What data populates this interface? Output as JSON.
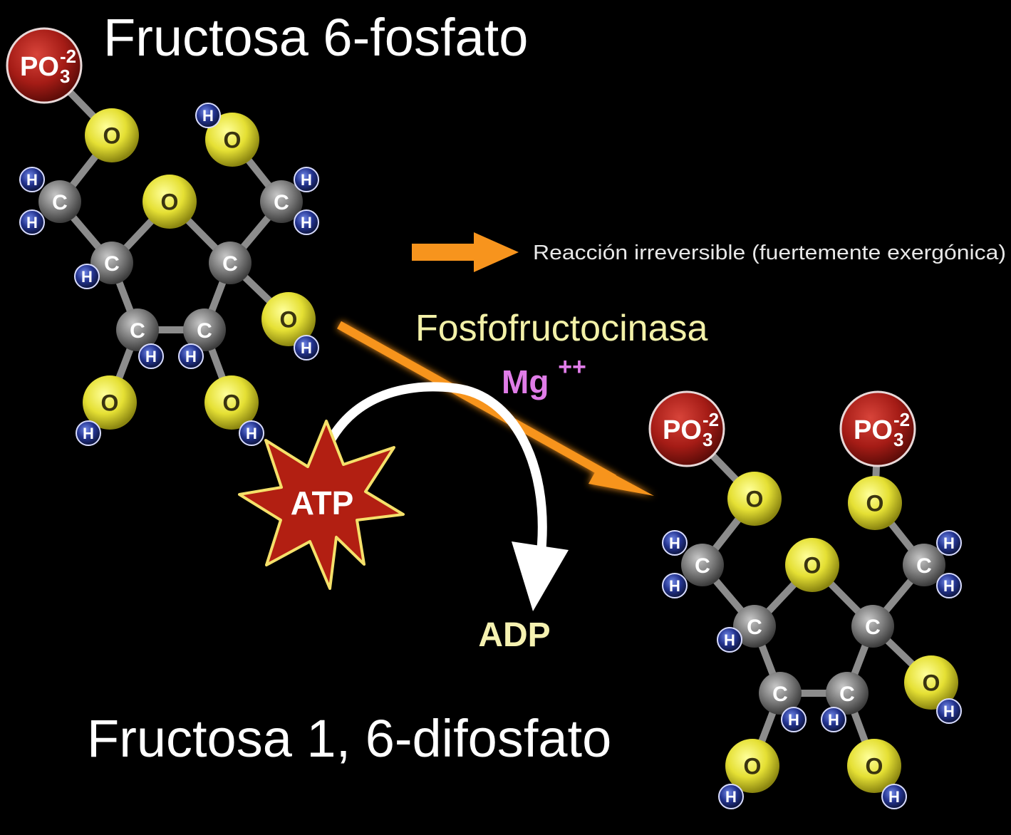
{
  "title_top": "Fructosa 6-fosfato",
  "title_bottom": "Fructosa 1, 6-difosfato",
  "enzyme": "Fosfofructocinasa",
  "cofactor": "Mg",
  "cofactor_charge": "++",
  "legend_text": "Reacción irreversible (fuertemente exergónica)",
  "atp_label": "ATP",
  "adp_label": "ADP",
  "atoms": {
    "oxygen": "O",
    "carbon": "C",
    "hydrogen": "H",
    "phosphate": "PO",
    "phosphate_sub": "3",
    "phosphate_sup": "-2"
  },
  "colors": {
    "background": "#000000",
    "arrow": "#f7941d",
    "enzyme_text": "#f3f1a8",
    "cofactor_text": "#e07ce8",
    "oxygen": "#e9e53a",
    "carbon": "#8a8a8a",
    "hydrogen": "#2a3a9a",
    "phosphate": "#a51c16",
    "atp_star": "#b21f12",
    "atp_star_outline": "#f5e06a",
    "adp_text": "#f5f1b0"
  }
}
